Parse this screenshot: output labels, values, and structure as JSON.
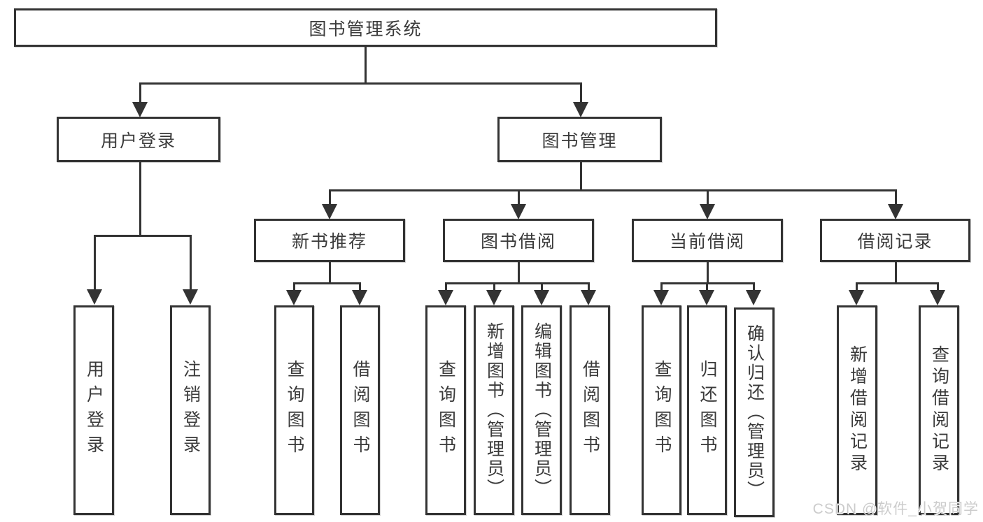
{
  "tree": {
    "root": "图书管理系统",
    "branches": [
      {
        "label": "用户登录",
        "children": [
          "用户登录",
          "注销登录"
        ]
      },
      {
        "label": "图书管理",
        "children": [
          {
            "label": "新书推荐",
            "children": [
              "查询图书",
              "借阅图书"
            ]
          },
          {
            "label": "图书借阅",
            "children": [
              "查询图书",
              "新增图书（管理员）",
              "编辑图书（管理员）",
              "借阅图书"
            ]
          },
          {
            "label": "当前借阅",
            "children": [
              "查询图书",
              "归还图书",
              "确认归还（管理员）"
            ]
          },
          {
            "label": "借阅记录",
            "children": [
              "新增借阅记录",
              "查询借阅记录"
            ]
          }
        ]
      }
    ]
  },
  "watermark": "CSDN @软件_小贺同学",
  "colors": {
    "line": "#333333",
    "text": "#3a3a3a",
    "background": "#ffffff",
    "watermark": "#cccccc"
  }
}
